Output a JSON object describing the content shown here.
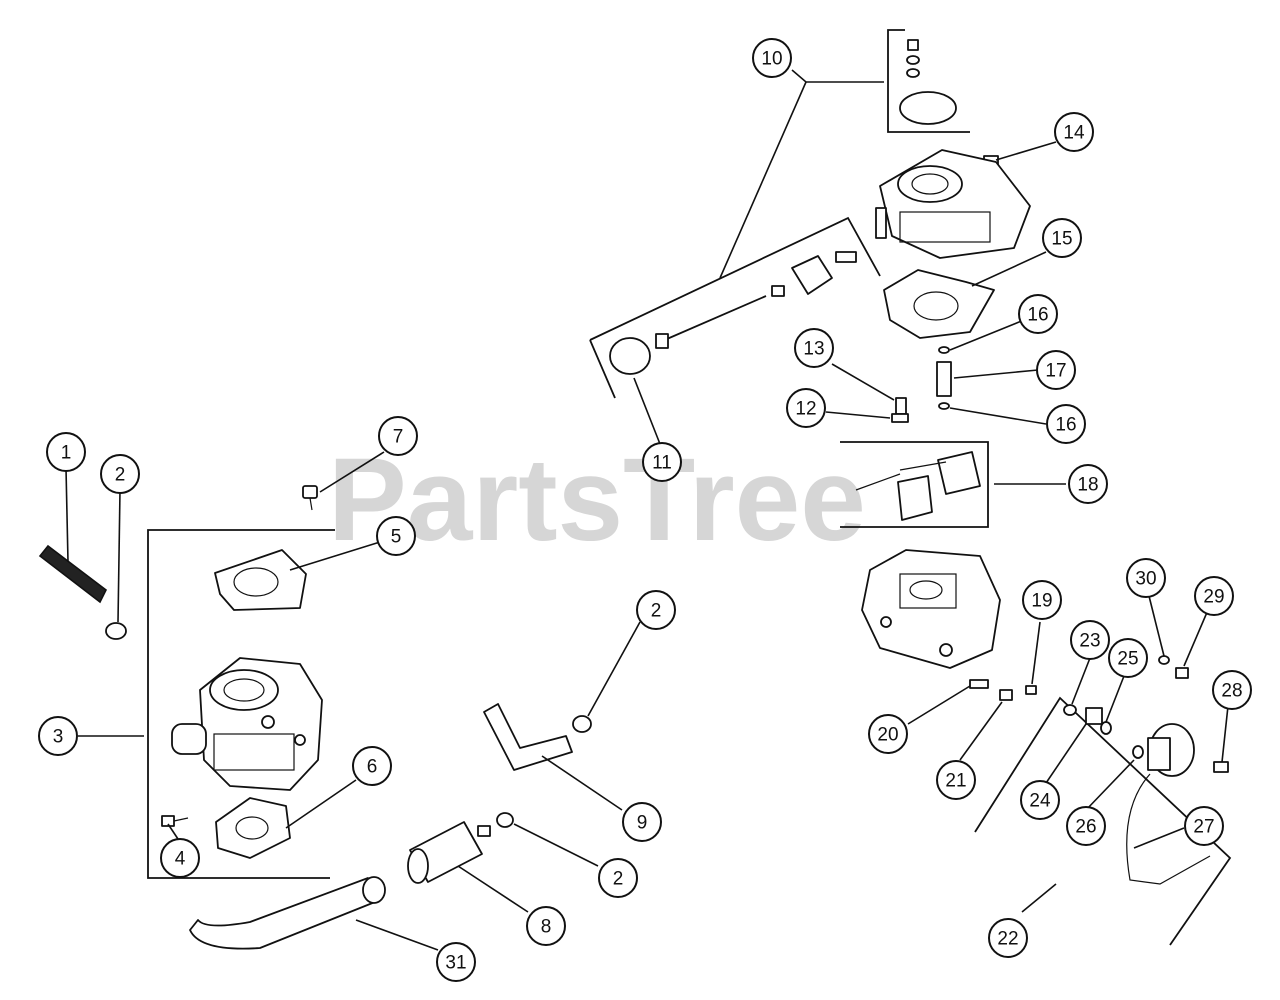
{
  "watermark": {
    "text": "PartsTree"
  },
  "callouts": [
    {
      "id": "c1",
      "label": "1"
    },
    {
      "id": "c2a",
      "label": "2"
    },
    {
      "id": "c3",
      "label": "3"
    },
    {
      "id": "c4",
      "label": "4"
    },
    {
      "id": "c5",
      "label": "5"
    },
    {
      "id": "c6",
      "label": "6"
    },
    {
      "id": "c7",
      "label": "7"
    },
    {
      "id": "c2b",
      "label": "2"
    },
    {
      "id": "c9",
      "label": "9"
    },
    {
      "id": "c2c",
      "label": "2"
    },
    {
      "id": "c8",
      "label": "8"
    },
    {
      "id": "c31",
      "label": "31"
    },
    {
      "id": "c10",
      "label": "10"
    },
    {
      "id": "c11",
      "label": "11"
    },
    {
      "id": "c12",
      "label": "12"
    },
    {
      "id": "c13",
      "label": "13"
    },
    {
      "id": "c14",
      "label": "14"
    },
    {
      "id": "c15",
      "label": "15"
    },
    {
      "id": "c16a",
      "label": "16"
    },
    {
      "id": "c17",
      "label": "17"
    },
    {
      "id": "c16b",
      "label": "16"
    },
    {
      "id": "c18",
      "label": "18"
    },
    {
      "id": "c19",
      "label": "19"
    },
    {
      "id": "c20",
      "label": "20"
    },
    {
      "id": "c21",
      "label": "21"
    },
    {
      "id": "c22",
      "label": "22"
    },
    {
      "id": "c23",
      "label": "23"
    },
    {
      "id": "c24",
      "label": "24"
    },
    {
      "id": "c25",
      "label": "25"
    },
    {
      "id": "c26",
      "label": "26"
    },
    {
      "id": "c27",
      "label": "27"
    },
    {
      "id": "c28",
      "label": "28"
    },
    {
      "id": "c29",
      "label": "29"
    },
    {
      "id": "c30",
      "label": "30"
    }
  ]
}
